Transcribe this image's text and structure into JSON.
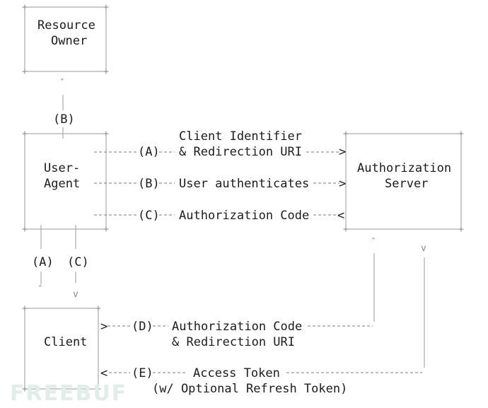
{
  "boxes": {
    "resource_owner": [
      "Resource",
      "Owner"
    ],
    "user_agent": [
      "User-",
      "Agent"
    ],
    "authorization_server": [
      "Authorization",
      "Server"
    ],
    "client": [
      "Client"
    ]
  },
  "flows": {
    "A": {
      "label": "(A)",
      "text_line1": "Client Identifier",
      "text_line2": "& Redirection URI"
    },
    "B": {
      "label": "(B)",
      "text": "User authenticates"
    },
    "C": {
      "label": "(C)",
      "text": "Authorization Code"
    },
    "D": {
      "label": "(D)",
      "text_line1": "Authorization Code",
      "text_line2": "& Redirection URI"
    },
    "E": {
      "label": "(E)",
      "text_line1": "Access Token",
      "text_line2": "(w/ Optional Refresh Token)"
    }
  },
  "vertical_labels": {
    "owner_ua": "(B)",
    "ua_client_a": "(A)",
    "ua_client_c": "(C)"
  },
  "watermark": "FREEBUF"
}
